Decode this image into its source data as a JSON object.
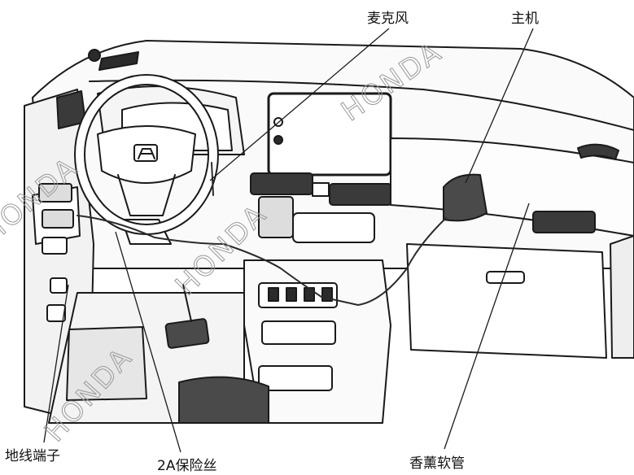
{
  "callouts": {
    "microphone": "麦克风",
    "host_unit": "主机",
    "ground_terminal": "地线端子",
    "fuse": "2A保险丝",
    "fragrance_hose": "香薰软管"
  },
  "watermark": "HONDA",
  "colors": {
    "line": "#1a1a1a",
    "fill": "#ffffff",
    "shade": "#d9d9d9",
    "dark": "#2b2b2b"
  }
}
